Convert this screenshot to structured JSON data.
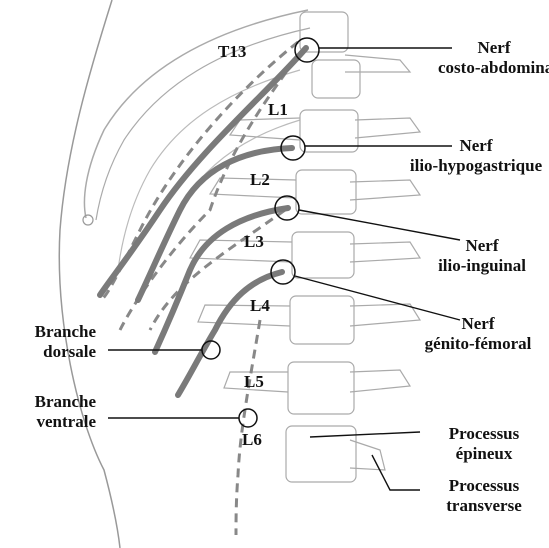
{
  "figure": {
    "vertebra_labels": [
      "T13",
      "L1",
      "L2",
      "L3",
      "L4",
      "L5",
      "L6"
    ],
    "nerves": [
      {
        "line1": "Nerf",
        "line2": "costo-abdominal"
      },
      {
        "line1": "Nerf",
        "line2": "ilio-hypogastrique"
      },
      {
        "line1": "Nerf",
        "line2": "ilio-inguinal"
      },
      {
        "line1": "Nerf",
        "line2": "génito-fémoral"
      }
    ],
    "branches": [
      {
        "line1": "Branche",
        "line2": "dorsale"
      },
      {
        "line1": "Branche",
        "line2": "ventrale"
      }
    ],
    "processes": [
      {
        "line1": "Processus",
        "line2": "épineux"
      },
      {
        "line1": "Processus",
        "line2": "transverse"
      }
    ]
  },
  "colors": {
    "nerve": "#7a7a7a",
    "outline": "#888888",
    "text": "#111111"
  }
}
